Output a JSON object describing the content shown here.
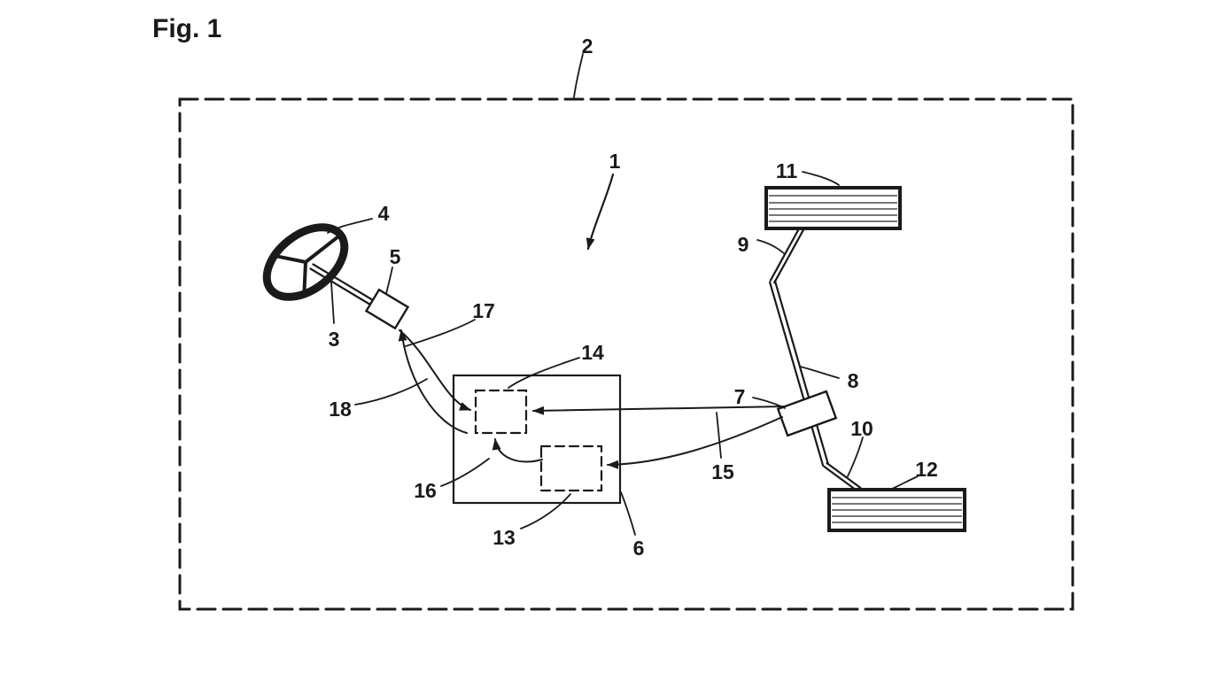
{
  "figure_title": "Fig. 1",
  "labels": {
    "n1": "1",
    "n2": "2",
    "n3": "3",
    "n4": "4",
    "n5": "5",
    "n6": "6",
    "n7": "7",
    "n8": "8",
    "n9": "9",
    "n10": "10",
    "n11": "11",
    "n12": "12",
    "n13": "13",
    "n14": "14",
    "n15": "15",
    "n16": "16",
    "n17": "17",
    "n18": "18"
  },
  "colors": {
    "ink": "#1a1a1a",
    "background": "#ffffff",
    "tread_line": "#4a4a4a"
  }
}
